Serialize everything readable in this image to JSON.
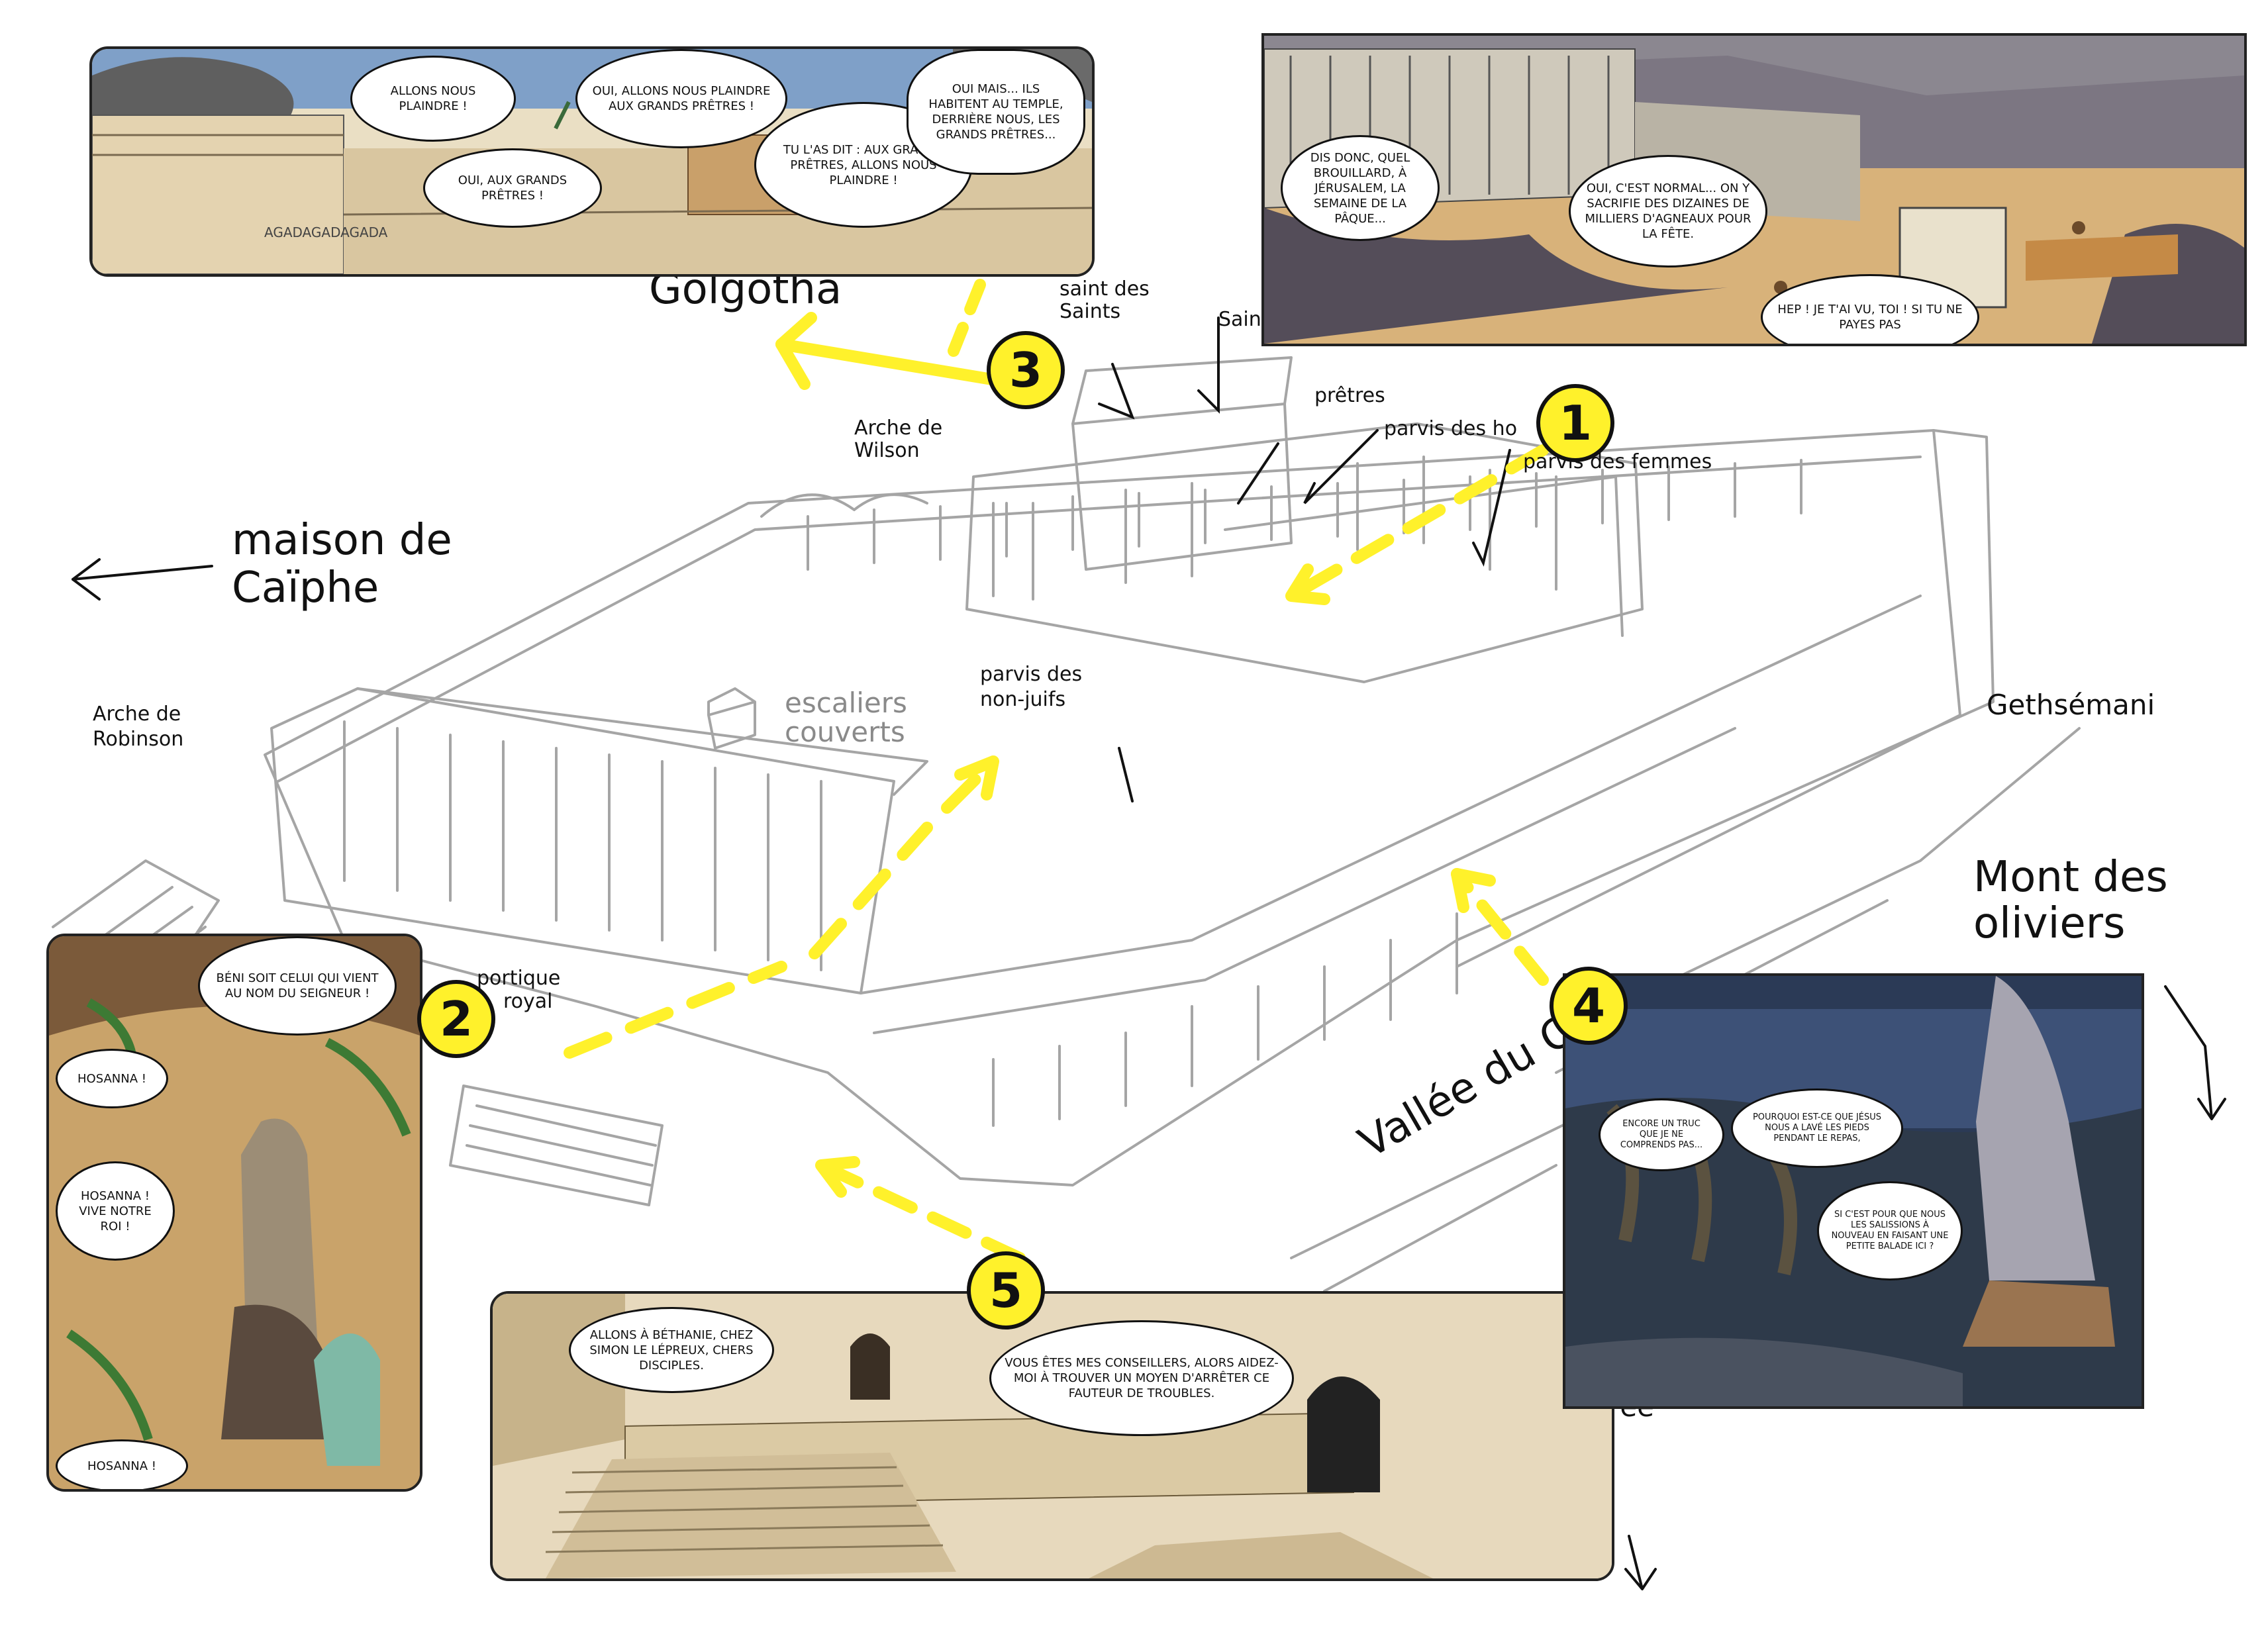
{
  "colors": {
    "marker_yellow": "#fff12b",
    "sketch_gray": "#9a9a9a",
    "ink": "#111111"
  },
  "labels": {
    "golgotha": "Golgotha",
    "saint_des_saints": "saint des Saints",
    "sain_partial": "Sain",
    "pretres": "prêtres",
    "parvis_des_hommes": "parvis des ho",
    "parvis_des_femmes": "parvis des femmes",
    "arche_de_wilson": "Arche de Wilson",
    "maison_de_caiphe": "maison de Caïphe",
    "arche_de_robinson": "Arche de Robinson",
    "escaliers_couverts": "escaliers couverts",
    "parvis_des_non_juifs": "parvis des non-juifs",
    "gethsemani": "Gethsémani",
    "mont_des_oliviers": "Mont des oliviers",
    "portique_royal_1": "portique",
    "portique_royal_2": "royal",
    "vallee_du_cedron": "Vallée du C",
    "cedron_partial": "ree"
  },
  "markers": [
    "1",
    "2",
    "3",
    "4",
    "5"
  ],
  "panels": {
    "top_left": {
      "bubbles": [
        "ALLONS NOUS PLAINDRE !",
        "OUI, ALLONS NOUS PLAINDRE AUX GRANDS PRÊTRES !",
        "OUI, AUX GRANDS PRÊTRES !",
        "TU L'AS DIT : AUX GRANDS PRÊTRES, ALLONS NOUS PLAINDRE !",
        "OUI MAIS... ILS HABITENT AU TEMPLE, DERRIÈRE NOUS, LES GRANDS PRÊTRES..."
      ],
      "sign": "AGADAGADAGADA"
    },
    "top_right": {
      "bubbles": [
        "DIS DONC, QUEL BROUILLARD, À JÉRUSALEM, LA SEMAINE DE LA PÂQUE...",
        "OUI, C'EST NORMAL... ON Y SACRIFIE DES DIZAINES DE MILLIERS D'AGNEAUX POUR LA FÊTE.",
        "HEP ! JE T'AI VU, TOI ! SI TU NE PAYES PAS"
      ]
    },
    "left": {
      "bubbles": [
        "BÉNI SOIT CELUI QUI VIENT AU NOM DU SEIGNEUR !",
        "HOSANNA !",
        "HOSANNA ! VIVE NOTRE ROI !",
        "HOSANNA !"
      ]
    },
    "bottom": {
      "bubbles": [
        "ALLONS À BÉTHANIE, CHEZ SIMON LE LÉPREUX, CHERS DISCIPLES.",
        "VOUS ÊTES MES CONSEILLERS, ALORS AIDEZ-MOI À TROUVER UN MOYEN D'ARRÊTER CE FAUTEUR DE TROUBLES."
      ]
    },
    "right": {
      "bubbles": [
        "ENCORE UN TRUC QUE JE NE COMPRENDS PAS...",
        "POURQUOI EST-CE QUE JÉSUS NOUS A LAVÉ LES PIEDS PENDANT LE REPAS,",
        "SI C'EST POUR QUE NOUS LES SALISSIONS À NOUVEAU EN FAISANT UNE PETITE BALADE ICI ?"
      ]
    }
  }
}
